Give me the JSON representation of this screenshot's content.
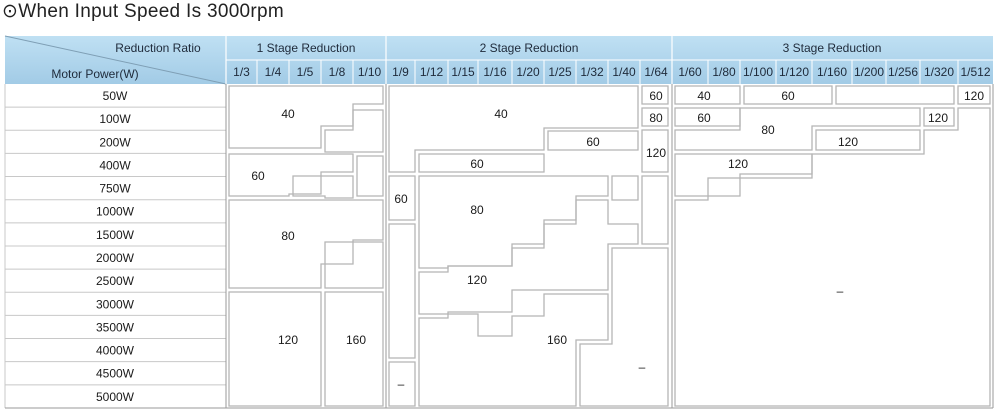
{
  "title": "When Input Speed Is 3000rpm",
  "title_icon": "circle-dot-icon",
  "corner": {
    "top": "Reduction Ratio",
    "bottom": "Motor Power(W)"
  },
  "stages": [
    "1 Stage Reduction",
    "2 Stage Reduction",
    "3 Stage Reduction"
  ],
  "ratios": [
    "1/3",
    "1/4",
    "1/5",
    "1/8",
    "1/10",
    "1/9",
    "1/12",
    "1/15",
    "1/16",
    "1/20",
    "1/25",
    "1/32",
    "1/40",
    "1/64",
    "1/60",
    "1/80",
    "1/100",
    "1/120",
    "1/160",
    "1/200",
    "1/256",
    "1/320",
    "1/512"
  ],
  "powers": [
    "50W",
    "100W",
    "200W",
    "400W",
    "750W",
    "1000W",
    "1500W",
    "2000W",
    "2500W",
    "3000W",
    "3500W",
    "4000W",
    "4500W",
    "5000W"
  ],
  "values": {
    "s1_a": "40",
    "s1_b": "60",
    "s1_c": "80",
    "s1_d": "120",
    "s1_e": "160",
    "s2_a": "40",
    "s2_b": "60",
    "s2_c": "60",
    "s2_d": "60",
    "s2_e": "80",
    "s2_f": "120",
    "s2_g": "160",
    "s2_h": "–",
    "r64_a": "60",
    "r64_b": "80",
    "r64_c": "120",
    "r64_d": "–",
    "s3_a": "40",
    "s3_b": "60",
    "s3_c": "60",
    "s3_d": "80",
    "s3_e": "120",
    "s3_f": "120",
    "s3_g": "120",
    "s3_h": "120",
    "s3_i": "–"
  },
  "colors": {
    "header_bg": "#a9cfe8",
    "header_bg2": "#bcdcf0",
    "line": "#9a9a9a",
    "block": "#b9b9b9"
  }
}
